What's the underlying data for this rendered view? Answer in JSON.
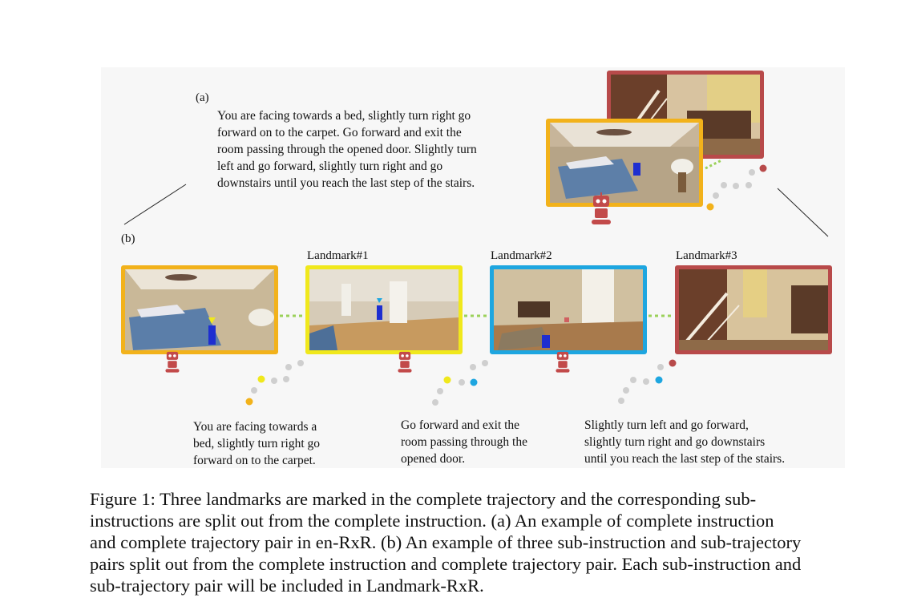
{
  "colors": {
    "orange": "#f2b21b",
    "yellow": "#f0e81c",
    "blue": "#1ea6e0",
    "red": "#b84a4a",
    "dots_gray": "#cfcfcf",
    "dots_green": "#9bd15a",
    "robot": "#c24a4a"
  },
  "panel_a": {
    "label": "(a)",
    "instruction_lines": [
      "You are facing towards a bed, slightly turn right go",
      "forward on to the carpet. Go forward and exit the",
      "room passing through the opened door. Slightly turn",
      "left and go forward, slightly turn right and go",
      "downstairs until you reach the last step of the stairs."
    ]
  },
  "panel_b": {
    "label": "(b)",
    "landmarks": [
      "Landmark#1",
      "Landmark#2",
      "Landmark#3"
    ],
    "sub_instructions": [
      [
        "You are facing towards a",
        "bed, slightly turn right go",
        "forward on to the carpet."
      ],
      [
        "Go forward and exit the",
        "room passing through the",
        "opened door."
      ],
      [
        "Slightly turn left and go forward,",
        "slightly turn right and go downstairs",
        "until you reach the last step of the stairs."
      ]
    ]
  },
  "caption_lines": [
    "Figure 1:  Three landmarks are marked in the complete trajectory and the corresponding sub-",
    "instructions are split out from the complete instruction.  (a) An example of complete instruction",
    "and complete trajectory pair in en-RxR. (b) An example of three sub-instruction and sub-trajectory",
    "pairs split out from the complete instruction and complete trajectory pair. Each sub-instruction and",
    "sub-trajectory pair will be included in Landmark-RxR."
  ]
}
